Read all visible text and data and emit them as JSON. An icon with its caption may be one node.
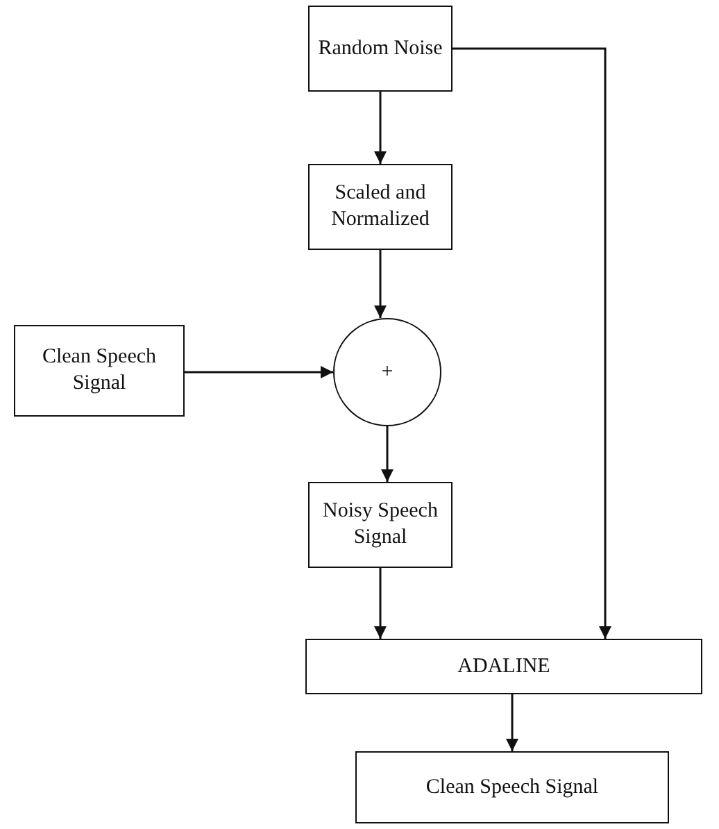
{
  "diagram": {
    "nodes": [
      {
        "text": [
          "Random Noise"
        ]
      },
      {
        "text": [
          "Scaled and Normalized"
        ]
      },
      {
        "text": [
          "Clean Speech Signal"
        ]
      },
      {
        "text": [
          "+"
        ]
      },
      {
        "text": [
          "Noisy Speech Signal"
        ]
      },
      {
        "text": [
          "ADALINE"
        ]
      },
      {
        "text": [
          "Clean Speech Signal"
        ]
      }
    ],
    "edges": [
      {
        "from": 0,
        "to": 1,
        "arrow": "to"
      },
      {
        "from": 1,
        "to": 3,
        "arrow": "to"
      },
      {
        "from": 2,
        "to": 3,
        "arrow": "to"
      },
      {
        "from": 3,
        "to": 4,
        "arrow": "to"
      },
      {
        "from": 4,
        "to": 5,
        "arrow": "to"
      },
      {
        "from": 0,
        "to": 5,
        "arrow": "to"
      },
      {
        "from": 5,
        "to": 6,
        "arrow": "to"
      }
    ]
  }
}
